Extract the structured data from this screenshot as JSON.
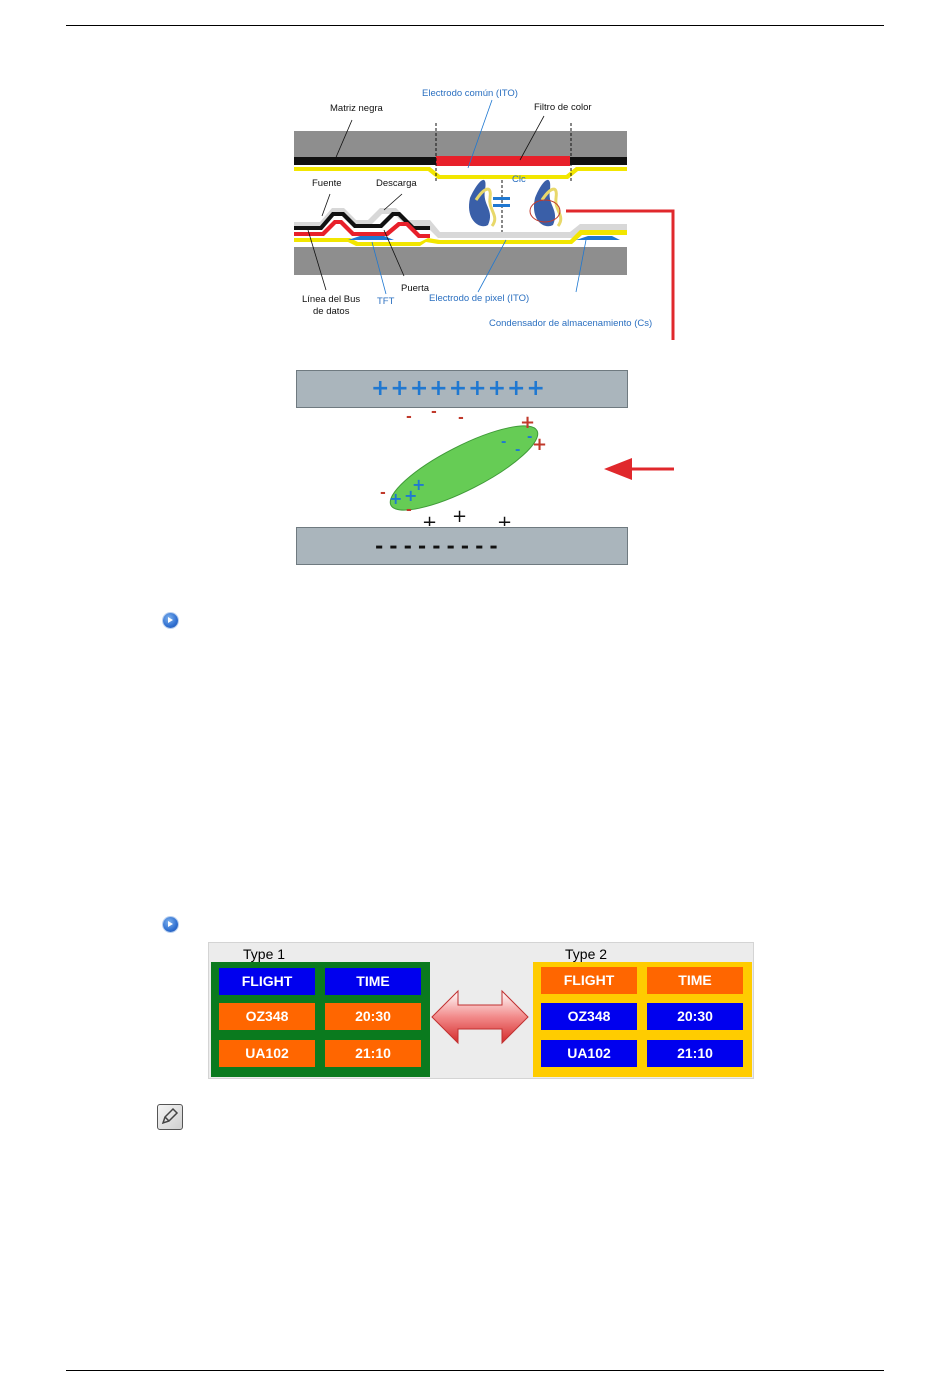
{
  "diagram": {
    "labels": {
      "black_matrix": "Matriz negra",
      "common_electrode": "Electrodo común (ITO)",
      "color_filter": "Filtro de color",
      "source": "Fuente",
      "drain": "Descarga",
      "clc": "Clc",
      "gate": "Puerta",
      "data_bus_line_1": "Línea del Bus",
      "data_bus_line_2": "de datos",
      "tft": "TFT",
      "pixel_electrode": "Electrodo de pixel (ITO)",
      "storage_capacitor": "Condensador de almacenamiento (Cs)"
    },
    "colors": {
      "glass": "#8e8e8e",
      "black_matrix": "#111111",
      "color_filter": "#e8202a",
      "ito": "#f2e600",
      "tft_blue": "#1f78d1",
      "arrow_red": "#e0282c",
      "molecule_green": "#66cc55"
    }
  },
  "charges": {
    "top_plate": "+++++++++",
    "bottom_plate": "---------"
  },
  "comparison": {
    "type1_label": "Type 1",
    "type2_label": "Type 2",
    "headers": [
      "FLIGHT",
      "TIME"
    ],
    "rows": [
      [
        "OZ348",
        "20:30"
      ],
      [
        "UA102",
        "21:10"
      ]
    ],
    "colors": {
      "type1_frame": "#0a7a1e",
      "type2_frame": "#ffcc00",
      "cell_blue": "#0000ee",
      "cell_orange": "#ff6600"
    }
  },
  "icons": {
    "bullet": "arrow-bullet-icon",
    "note": "note-pencil-icon"
  }
}
